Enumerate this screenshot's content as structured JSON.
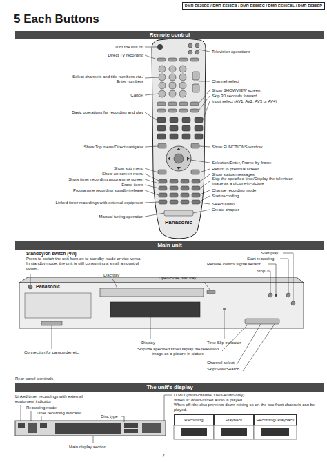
{
  "diagram": {
    "title": "5 Each Buttons",
    "nodes": [
      {
        "text": [
          "DMR-ES20EG / DMR-ES55EB / DMR-ES55EG / DMR-ES55EBL / DMR-ES55EP"
        ]
      },
      {
        "text": [
          "Remote control"
        ]
      },
      {
        "text": [
          "Main unit"
        ]
      },
      {
        "text": [
          "The unit's display"
        ]
      },
      {
        "text": [
          "Recording"
        ]
      },
      {
        "text": [
          "Playback"
        ]
      },
      {
        "text": [
          "Recording/ Playback"
        ]
      }
    ],
    "labels": [
      "Turn the unit on",
      "Direct TV recording",
      "Select channels and title numbers etc./ Enter numbers",
      "Cancel",
      "Basic operations for recording and play",
      "Show Top menu/Direct navigator",
      "Show sub menu",
      "Show on-screen menu",
      "Show timer recording programme screen",
      "Erase items",
      "Programme recording standby/release",
      "Linked timer recordings with external equipment",
      "Manual tuning operation",
      "Television operations",
      "Channel select",
      "Show SHOWVIEW screen",
      "Skip 30 seconds forward",
      "Input select (AV1, AV2, AV3 or AV4)",
      "Show FUNCTIONS window",
      "Selection/Enter, Frame-by-frame",
      "Return to previous screen",
      "Show status messages",
      "Skip the specified time/Display the television image as a picture-in-picture",
      "Change recording mode",
      "Start recording",
      "Select audio",
      "Create chapter",
      "Panasonic",
      "Standby/on switch (Ф/I)",
      "Press to switch the unit from on to standby mode or vice versa. In standby mode, the unit is still consuming a small amount of power.",
      "Disc tray",
      "Open/close disc tray",
      "Start play",
      "Start recording",
      "Remote control signal sensor",
      "Stop",
      "Panasonic",
      "Display",
      "Time Slip indicator",
      "Connection for camcorder etc.",
      "Skip the specified time/Display the television image as a picture-in-picture",
      "Channel select",
      "Skip/Slow/Search",
      "Rear panel terminals",
      "Linked timer recordings with external equipment indicator",
      "Recording mode",
      "Timer recording indicator",
      "Disc type",
      "D.MIX (multi-channel DVD-Audio only)",
      "When lit: down-mixed audio is played.",
      "When off: the disc prevents down-mixing so on the two front channels can be played.",
      "Main display section",
      "7"
    ]
  }
}
